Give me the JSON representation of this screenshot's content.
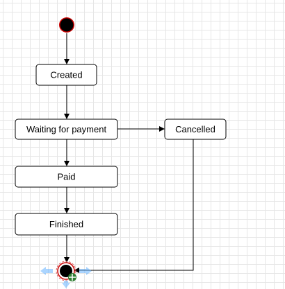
{
  "diagram": {
    "states": [
      {
        "id": "created",
        "label": "Created"
      },
      {
        "id": "waiting",
        "label": "Waiting for payment"
      },
      {
        "id": "paid",
        "label": "Paid"
      },
      {
        "id": "finished",
        "label": "Finished"
      },
      {
        "id": "cancelled",
        "label": "Cancelled"
      }
    ],
    "transitions": [
      {
        "from": "initial",
        "to": "created"
      },
      {
        "from": "created",
        "to": "waiting"
      },
      {
        "from": "waiting",
        "to": "paid"
      },
      {
        "from": "waiting",
        "to": "cancelled"
      },
      {
        "from": "paid",
        "to": "finished"
      },
      {
        "from": "finished",
        "to": "final"
      },
      {
        "from": "cancelled",
        "to": "final"
      }
    ],
    "colors": {
      "node_fill": "#ffffff",
      "node_stroke": "#000000",
      "initial_fill": "#000000",
      "initial_outline": "#cc0000",
      "selection_handle": "#66b2ff",
      "add_handle": "#2e7d32"
    }
  }
}
